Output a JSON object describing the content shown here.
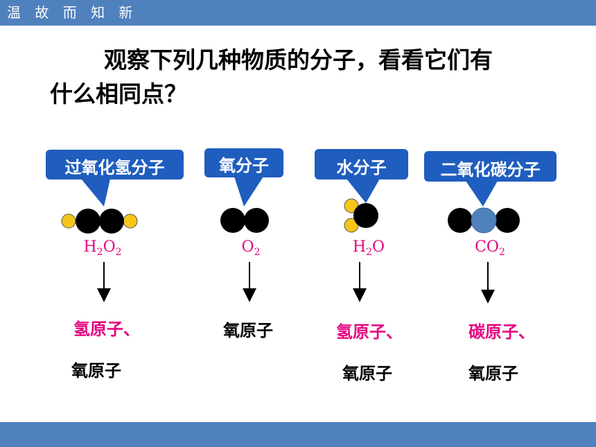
{
  "header": {
    "title": "温 故 而 知 新"
  },
  "question": {
    "line1": "观察下列几种物质的分子，看看它们有",
    "line2": "什么相同点？"
  },
  "colors": {
    "bar": "#4f81bd",
    "callout": "#1f5dbf",
    "formula": "#e4007f",
    "hydrogen": "#f5c518",
    "oxygen": "#000000",
    "carbon": "#4f81bd"
  },
  "molecules": [
    {
      "name": "过氧化氢分子",
      "formula": "H",
      "formula_sub1": "2",
      "formula_mid": "O",
      "formula_sub2": "2",
      "atom1": "氢原子、",
      "atom2": "氧原子"
    },
    {
      "name": "氧分子",
      "formula": "O",
      "formula_sub1": "2",
      "atom1": "氧原子"
    },
    {
      "name": "水分子",
      "formula": "H",
      "formula_sub1": "2",
      "formula_mid": "O",
      "atom1": "氢原子、",
      "atom2": "氧原子"
    },
    {
      "name": "二氧化碳分子",
      "formula": "CO",
      "formula_sub1": "2",
      "atom1": "碳原子、",
      "atom2": "氧原子"
    }
  ]
}
